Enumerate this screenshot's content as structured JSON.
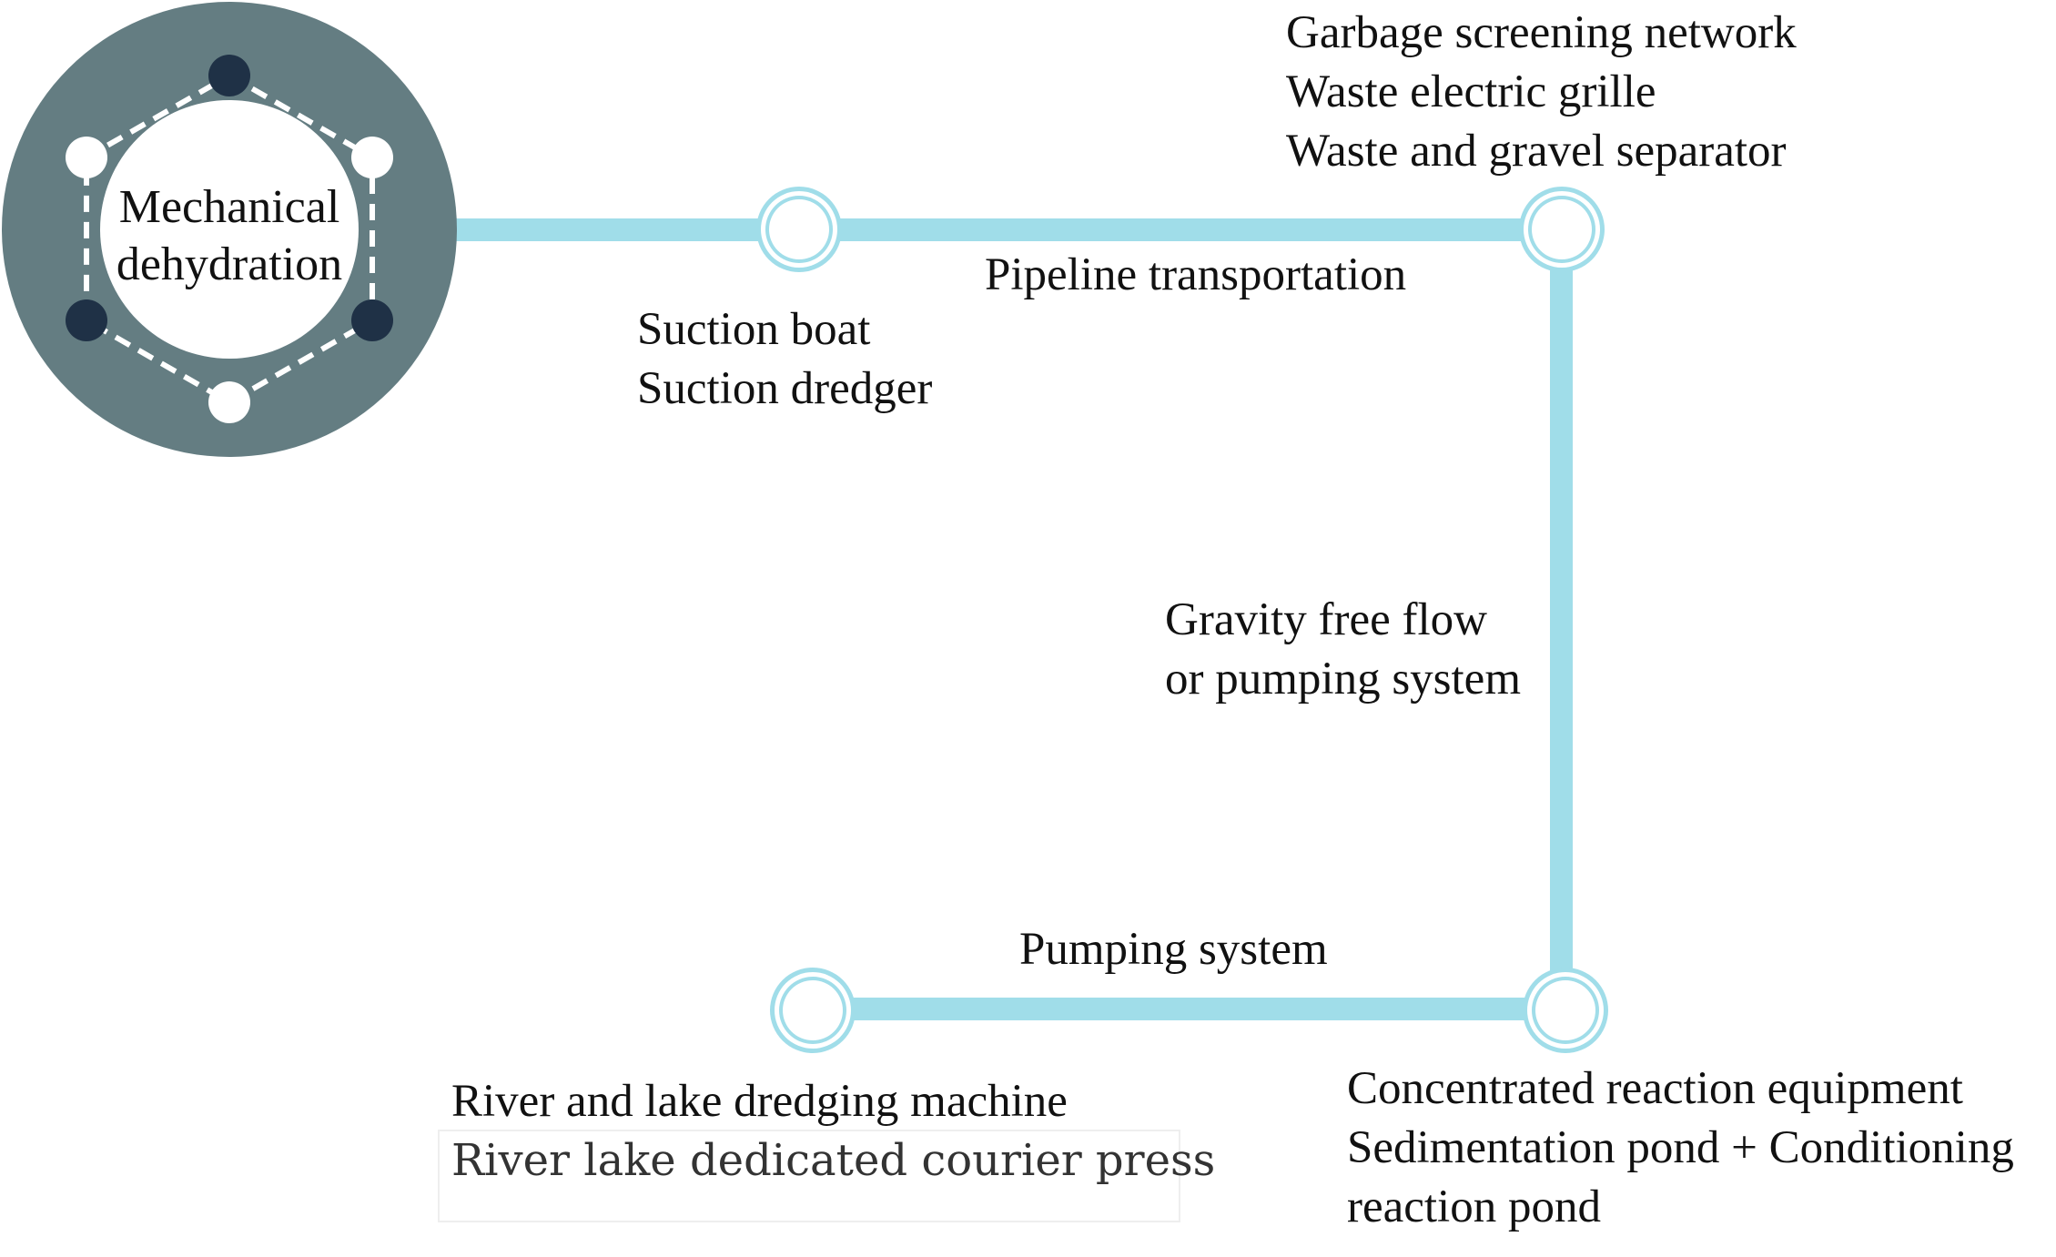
{
  "colors": {
    "pipe": "#a0dde9",
    "hub_ring": "#647d82",
    "hub_dot_dark": "#1f3146",
    "hub_dot_light": "#ffffff",
    "text": "#111111"
  },
  "hub": {
    "label_lines": [
      "Mechanical",
      "dehydration"
    ]
  },
  "nodes": {
    "suction": {
      "icon": "ring-node-icon",
      "lines": [
        "Suction boat",
        "Suction dredger"
      ]
    },
    "screening": {
      "icon": "ring-node-icon",
      "lines": [
        "Garbage screening network",
        "Waste electric grille",
        "Waste and gravel separator"
      ]
    },
    "reaction": {
      "icon": "ring-node-icon",
      "lines": [
        "Concentrated reaction equipment",
        "Sedimentation pond + Conditioning",
        "reaction pond"
      ]
    },
    "dredging": {
      "icon": "ring-node-icon",
      "lines": [
        "River and lake dredging machine",
        "River lake dedicated courier press"
      ]
    }
  },
  "edges": {
    "pipeline": "Pipeline transportation",
    "gravity": [
      "Gravity free flow",
      "or pumping system"
    ],
    "pumping": "Pumping system"
  }
}
